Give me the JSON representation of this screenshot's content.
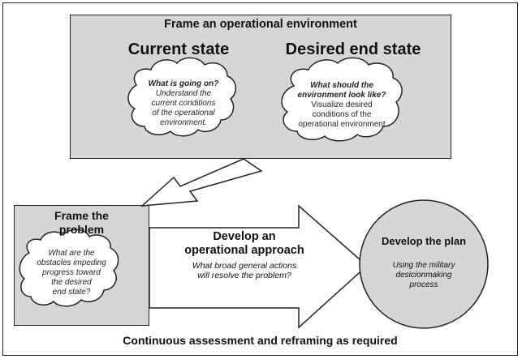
{
  "frame_environment": {
    "title": "Frame an operational environment",
    "current_state": {
      "heading": "Current state",
      "question": "What is going on?",
      "body": [
        "Understand the",
        "current conditions",
        "of the operational",
        "environment."
      ]
    },
    "desired_end_state": {
      "heading": "Desired end state",
      "question": [
        "What should the",
        "environment look like?"
      ],
      "body": [
        "Visualize desired",
        "conditions of the",
        "operational environment"
      ]
    }
  },
  "frame_problem": {
    "title": [
      "Frame the",
      "problem"
    ],
    "body": [
      "What are the",
      "obstacles impeding",
      "progress toward",
      "the desired",
      "end state?"
    ]
  },
  "operational_approach": {
    "title": [
      "Develop an",
      "operational approach"
    ],
    "body": [
      "What broad general actions",
      "will resolve the problem?"
    ]
  },
  "develop_plan": {
    "title": "Develop the plan",
    "body": [
      "Using the military",
      "desicionmaking",
      "process"
    ]
  },
  "footer": "Continuous assessment and reframing as required",
  "colors": {
    "box_fill": "#d6d6d6",
    "stroke": "#222222",
    "cloud_fill": "#ffffff"
  }
}
